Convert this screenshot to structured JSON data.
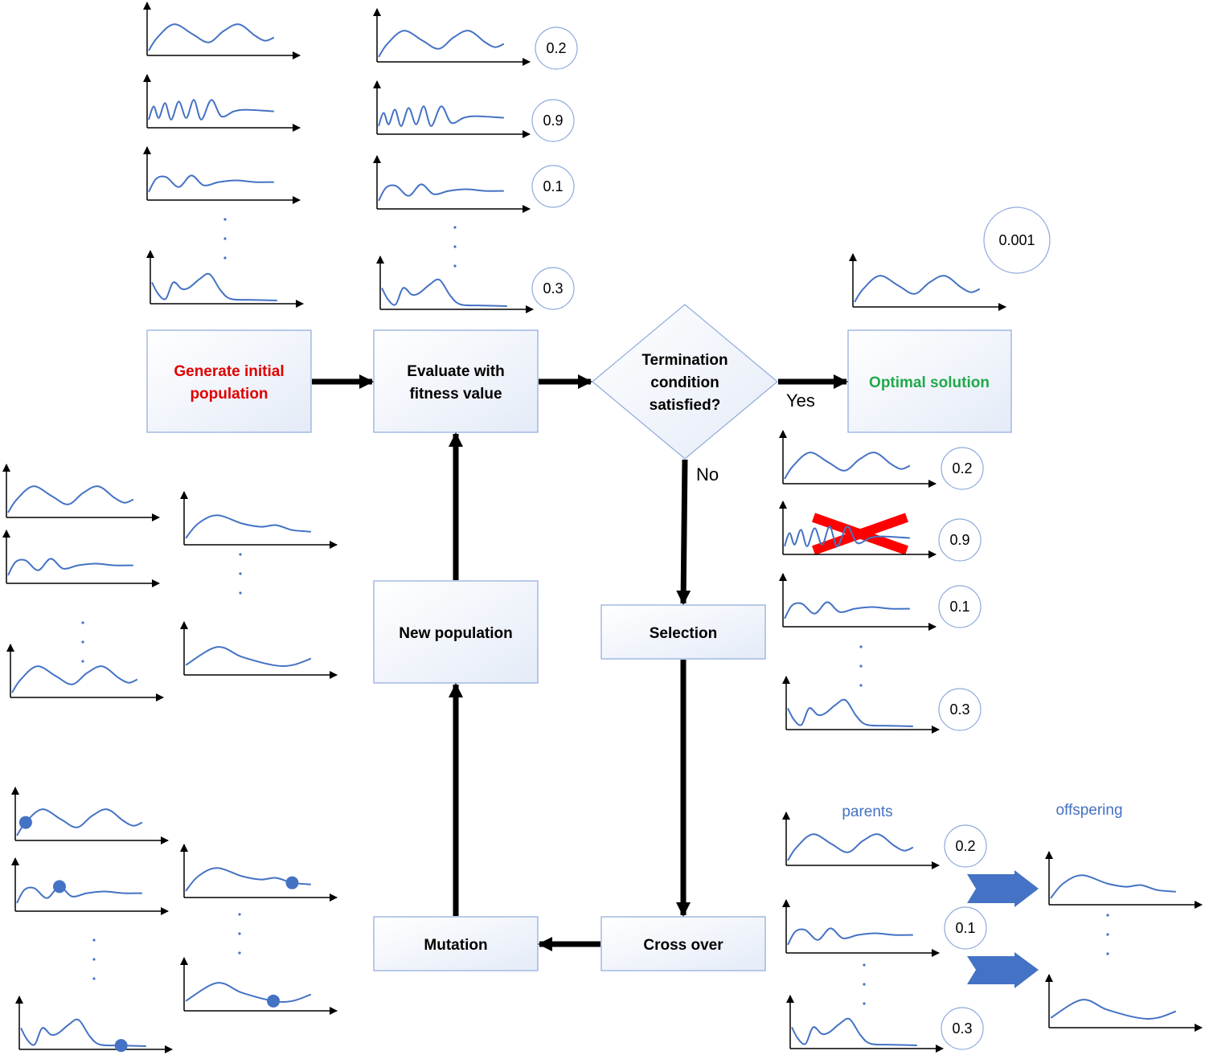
{
  "colors": {
    "curve": "#4472c4",
    "box_border": "#8ea9db",
    "box_fill_top": "#ffffff",
    "box_fill_bottom": "#e4ebf7",
    "red_title": "#e00000",
    "green_title": "#22a84a",
    "cross": "#ff0000",
    "arrow": "#000000",
    "dot": "#4472c4",
    "block_arrow": "#4472c4"
  },
  "boxes": {
    "generate": {
      "line1": "Generate initial",
      "line2": "population"
    },
    "evaluate": {
      "line1": "Evaluate with",
      "line2": "fitness value"
    },
    "termination": {
      "line1": "Termination",
      "line2": "condition",
      "line3": "satisfied?"
    },
    "optimal": {
      "label": "Optimal solution"
    },
    "selection": {
      "label": "Selection"
    },
    "new_population": {
      "label": "New population"
    },
    "crossover": {
      "label": "Cross over"
    },
    "mutation": {
      "label": "Mutation"
    }
  },
  "edge_labels": {
    "yes": "Yes",
    "no": "No"
  },
  "scores": {
    "evaluated": [
      "0.2",
      "0.9",
      "0.1",
      "0.3"
    ],
    "optimal": "0.001",
    "selection": [
      "0.2",
      "0.9",
      "0.1",
      "0.3"
    ],
    "parents": [
      "0.2",
      "0.1",
      "0.3"
    ]
  },
  "group_labels": {
    "parents": "parents",
    "offspring": "offspering"
  },
  "icons": {
    "ellipsis": "vertical-dots",
    "reject": "red-x-cross",
    "mutation_marker": "blue-dot",
    "flow": "block-arrow-right"
  }
}
